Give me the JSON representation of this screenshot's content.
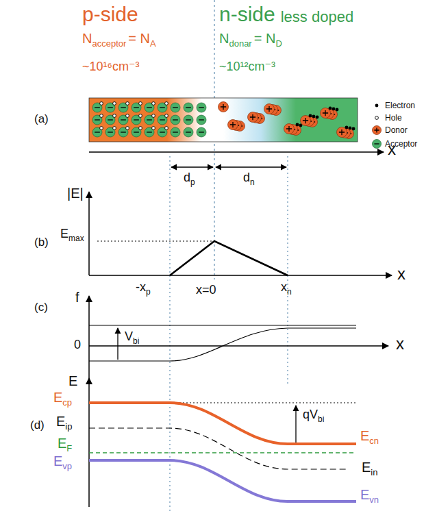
{
  "diagram": {
    "labels": [
      "p-side",
      "N",
      "acceptor",
      "= N",
      "A",
      "~10¹⁶cm⁻³",
      "n-side",
      "less doped",
      "N",
      "donar",
      "= N",
      "D",
      "~10¹²cm⁻³",
      "(a)",
      "x",
      "d",
      "p",
      "d",
      "n",
      "(b)",
      "|E|",
      "E",
      "max",
      "x",
      "-x",
      "p",
      "x=0",
      "x",
      "n",
      "(c)",
      "f",
      "0",
      "V",
      "bi",
      "x",
      "(d)",
      "E",
      "E",
      "cp",
      "E",
      "ip",
      "E",
      "F",
      "E",
      "vp",
      "qV",
      "bi",
      "E",
      "cn",
      "E",
      "in",
      "E",
      "vn"
    ],
    "legend": [
      {
        "text": "Electron"
      },
      {
        "text": "Hole"
      },
      {
        "text": "Donor"
      },
      {
        "text": "Acceptor"
      }
    ]
  }
}
